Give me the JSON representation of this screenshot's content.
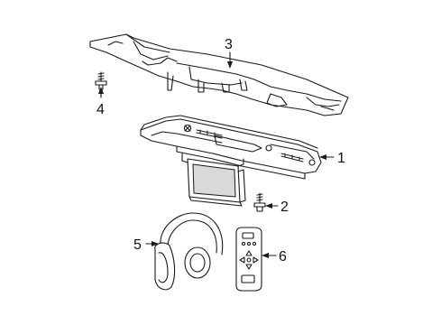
{
  "callouts": [
    {
      "id": "1",
      "text": "1"
    },
    {
      "id": "2",
      "text": "2"
    },
    {
      "id": "3",
      "text": "3"
    },
    {
      "id": "4",
      "text": "4"
    },
    {
      "id": "5",
      "text": "5"
    },
    {
      "id": "6",
      "text": "6"
    }
  ],
  "parts": [
    {
      "callout": "1",
      "name": "overhead-dvd-console"
    },
    {
      "callout": "2",
      "name": "console-screw"
    },
    {
      "callout": "3",
      "name": "mounting-bracket"
    },
    {
      "callout": "4",
      "name": "bracket-bolt"
    },
    {
      "callout": "5",
      "name": "wireless-headphones"
    },
    {
      "callout": "6",
      "name": "remote-control"
    }
  ],
  "colors": {
    "line": "#1a1a1a",
    "background": "#ffffff",
    "shade": "#d9d9d9"
  }
}
